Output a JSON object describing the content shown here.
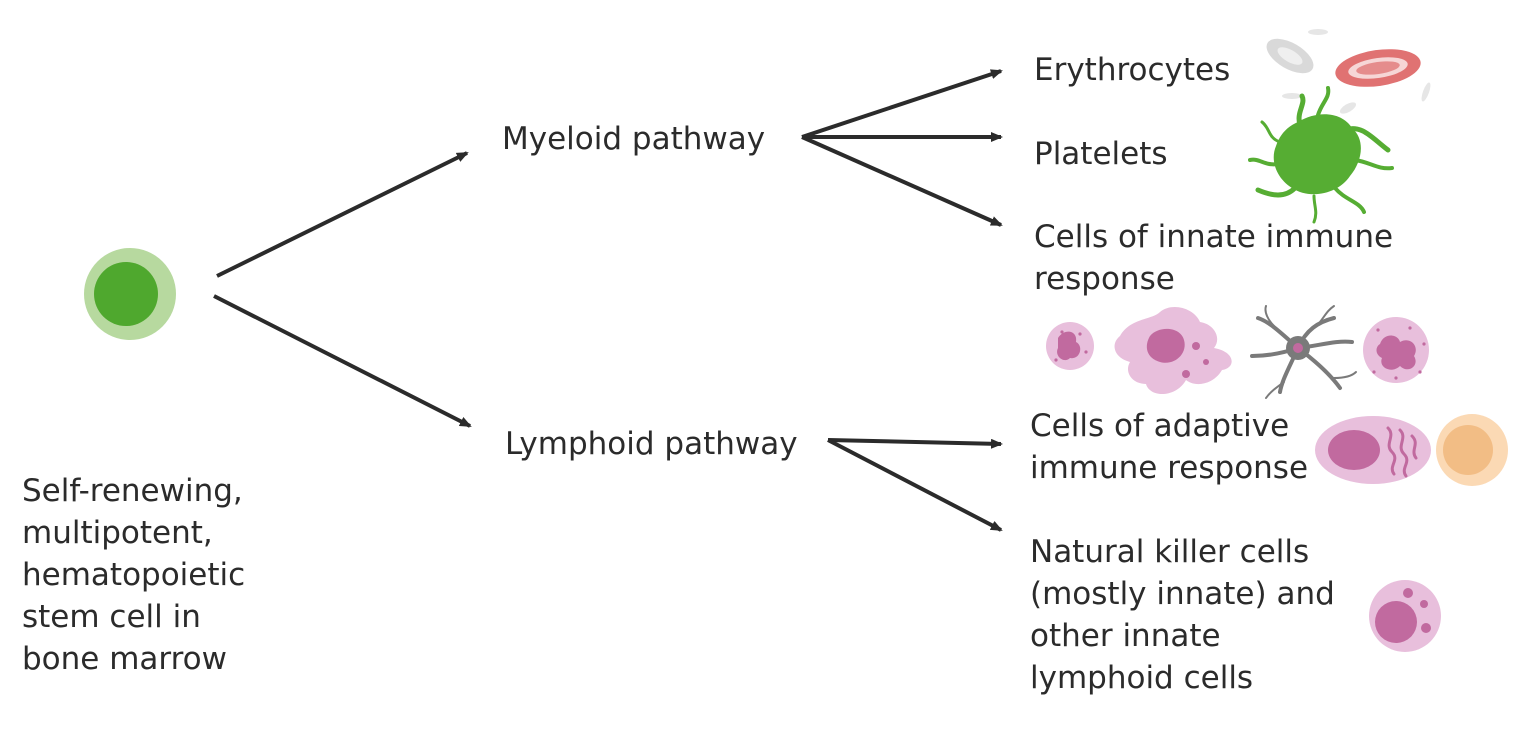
{
  "stem_cell": {
    "caption_lines": [
      "Self-renewing,",
      "multipotent,",
      "hematopoietic",
      "stem cell in",
      "bone marrow"
    ]
  },
  "pathways": {
    "myeloid": "Myeloid pathway",
    "lymphoid": "Lymphoid pathway"
  },
  "outputs": {
    "erythrocytes": "Erythrocytes",
    "platelets": "Platelets",
    "innate_lines": [
      "Cells of innate immune",
      "response"
    ],
    "adaptive_lines": [
      "Cells of adaptive",
      "immune response"
    ],
    "nk_lines": [
      "Natural killer cells",
      "(mostly innate) and",
      "other innate",
      "lymphoid cells"
    ]
  },
  "colors": {
    "arrow": "#2b2b2b",
    "stem_core": "#4fa82e",
    "stem_halo": "#b7d99f",
    "rbc": "#e07272",
    "platelet": "#56ad33",
    "immune_cell": "#e8bfdc",
    "immune_nucleus": "#c16a9f",
    "dendritic": "#7a7a7a",
    "t_cell_outer": "#fbd9b4",
    "t_cell_inner": "#f2bd85"
  }
}
